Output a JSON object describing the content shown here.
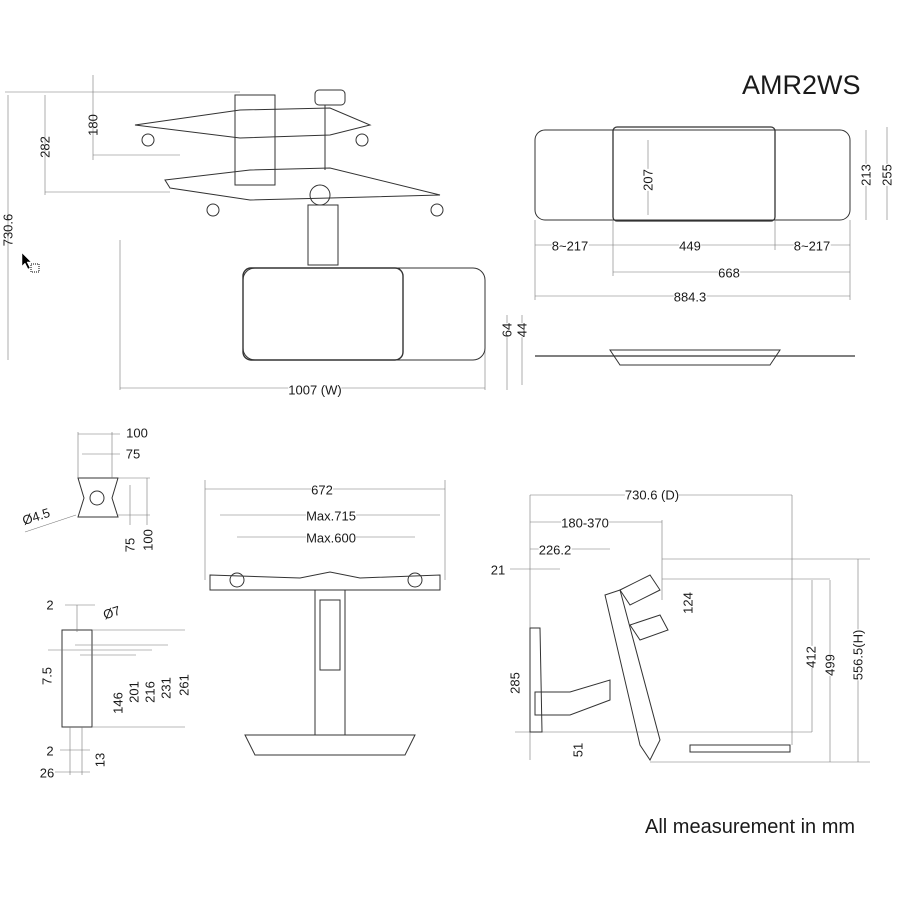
{
  "title": "AMR2WS",
  "note": "All measurement in mm",
  "colors": {
    "line": "#333333",
    "thin": "#777777",
    "background": "#ffffff"
  },
  "top_view": {
    "dims": [
      "180",
      "282",
      "730.6",
      "1007 (W)"
    ]
  },
  "keyboard_tray_top": {
    "dims": [
      "207",
      "213",
      "255",
      "8~217",
      "449",
      "8~217",
      "668",
      "884.3"
    ]
  },
  "keyboard_tray_side": {
    "dims": [
      "64",
      "44"
    ]
  },
  "vesa_plate": {
    "dims": [
      "100",
      "75",
      "Ø4.5",
      "75",
      "100"
    ]
  },
  "mount_bracket": {
    "dims": [
      "2",
      "Ø7",
      "7.5",
      "146",
      "201",
      "216",
      "231",
      "261",
      "2",
      "26",
      "13"
    ]
  },
  "front_view": {
    "dims": [
      "672",
      "Max.715",
      "Max.600"
    ]
  },
  "side_view": {
    "dims": [
      "730.6 (D)",
      "180-370",
      "226.2",
      "21",
      "124",
      "412",
      "499",
      "556.5(H)",
      "285",
      "51"
    ]
  },
  "cursor_icon": "arrow-with-copy-box"
}
